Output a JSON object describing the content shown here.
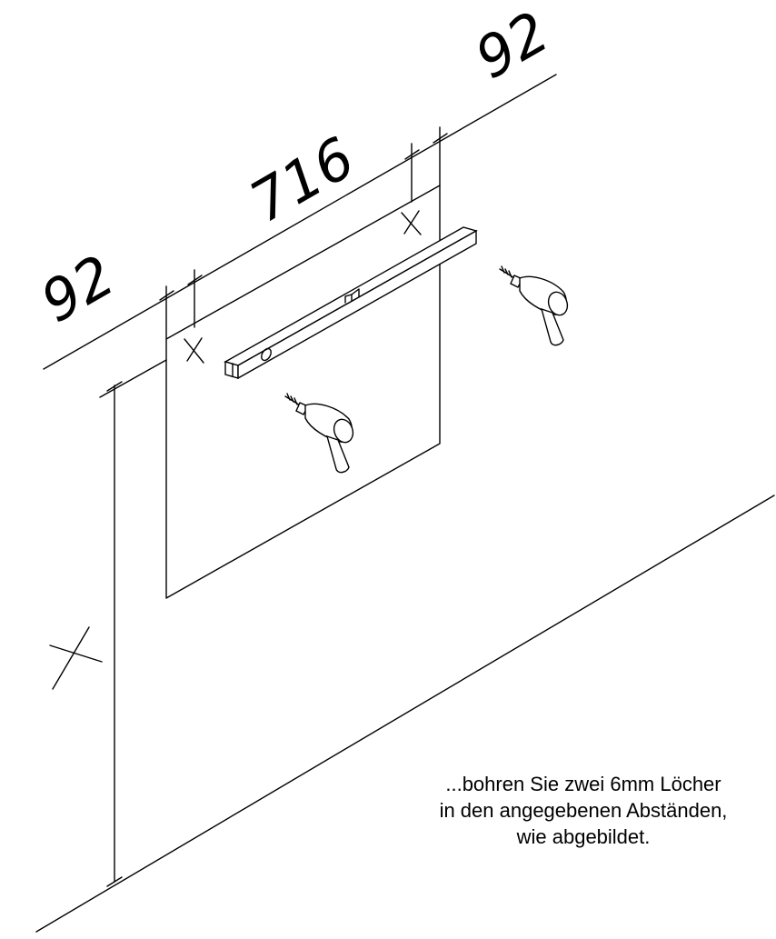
{
  "dimensions": {
    "left_margin": "92",
    "center_spacing": "716",
    "right_margin": "92"
  },
  "caption": {
    "line1": "...bohren Sie zwei 6mm Löcher",
    "line2": "in den angegebenen Abständen,",
    "line3": "wie abgebildet."
  },
  "icons": {
    "spirit_level": "spirit-level-icon",
    "drill": "power-drill-icon"
  }
}
